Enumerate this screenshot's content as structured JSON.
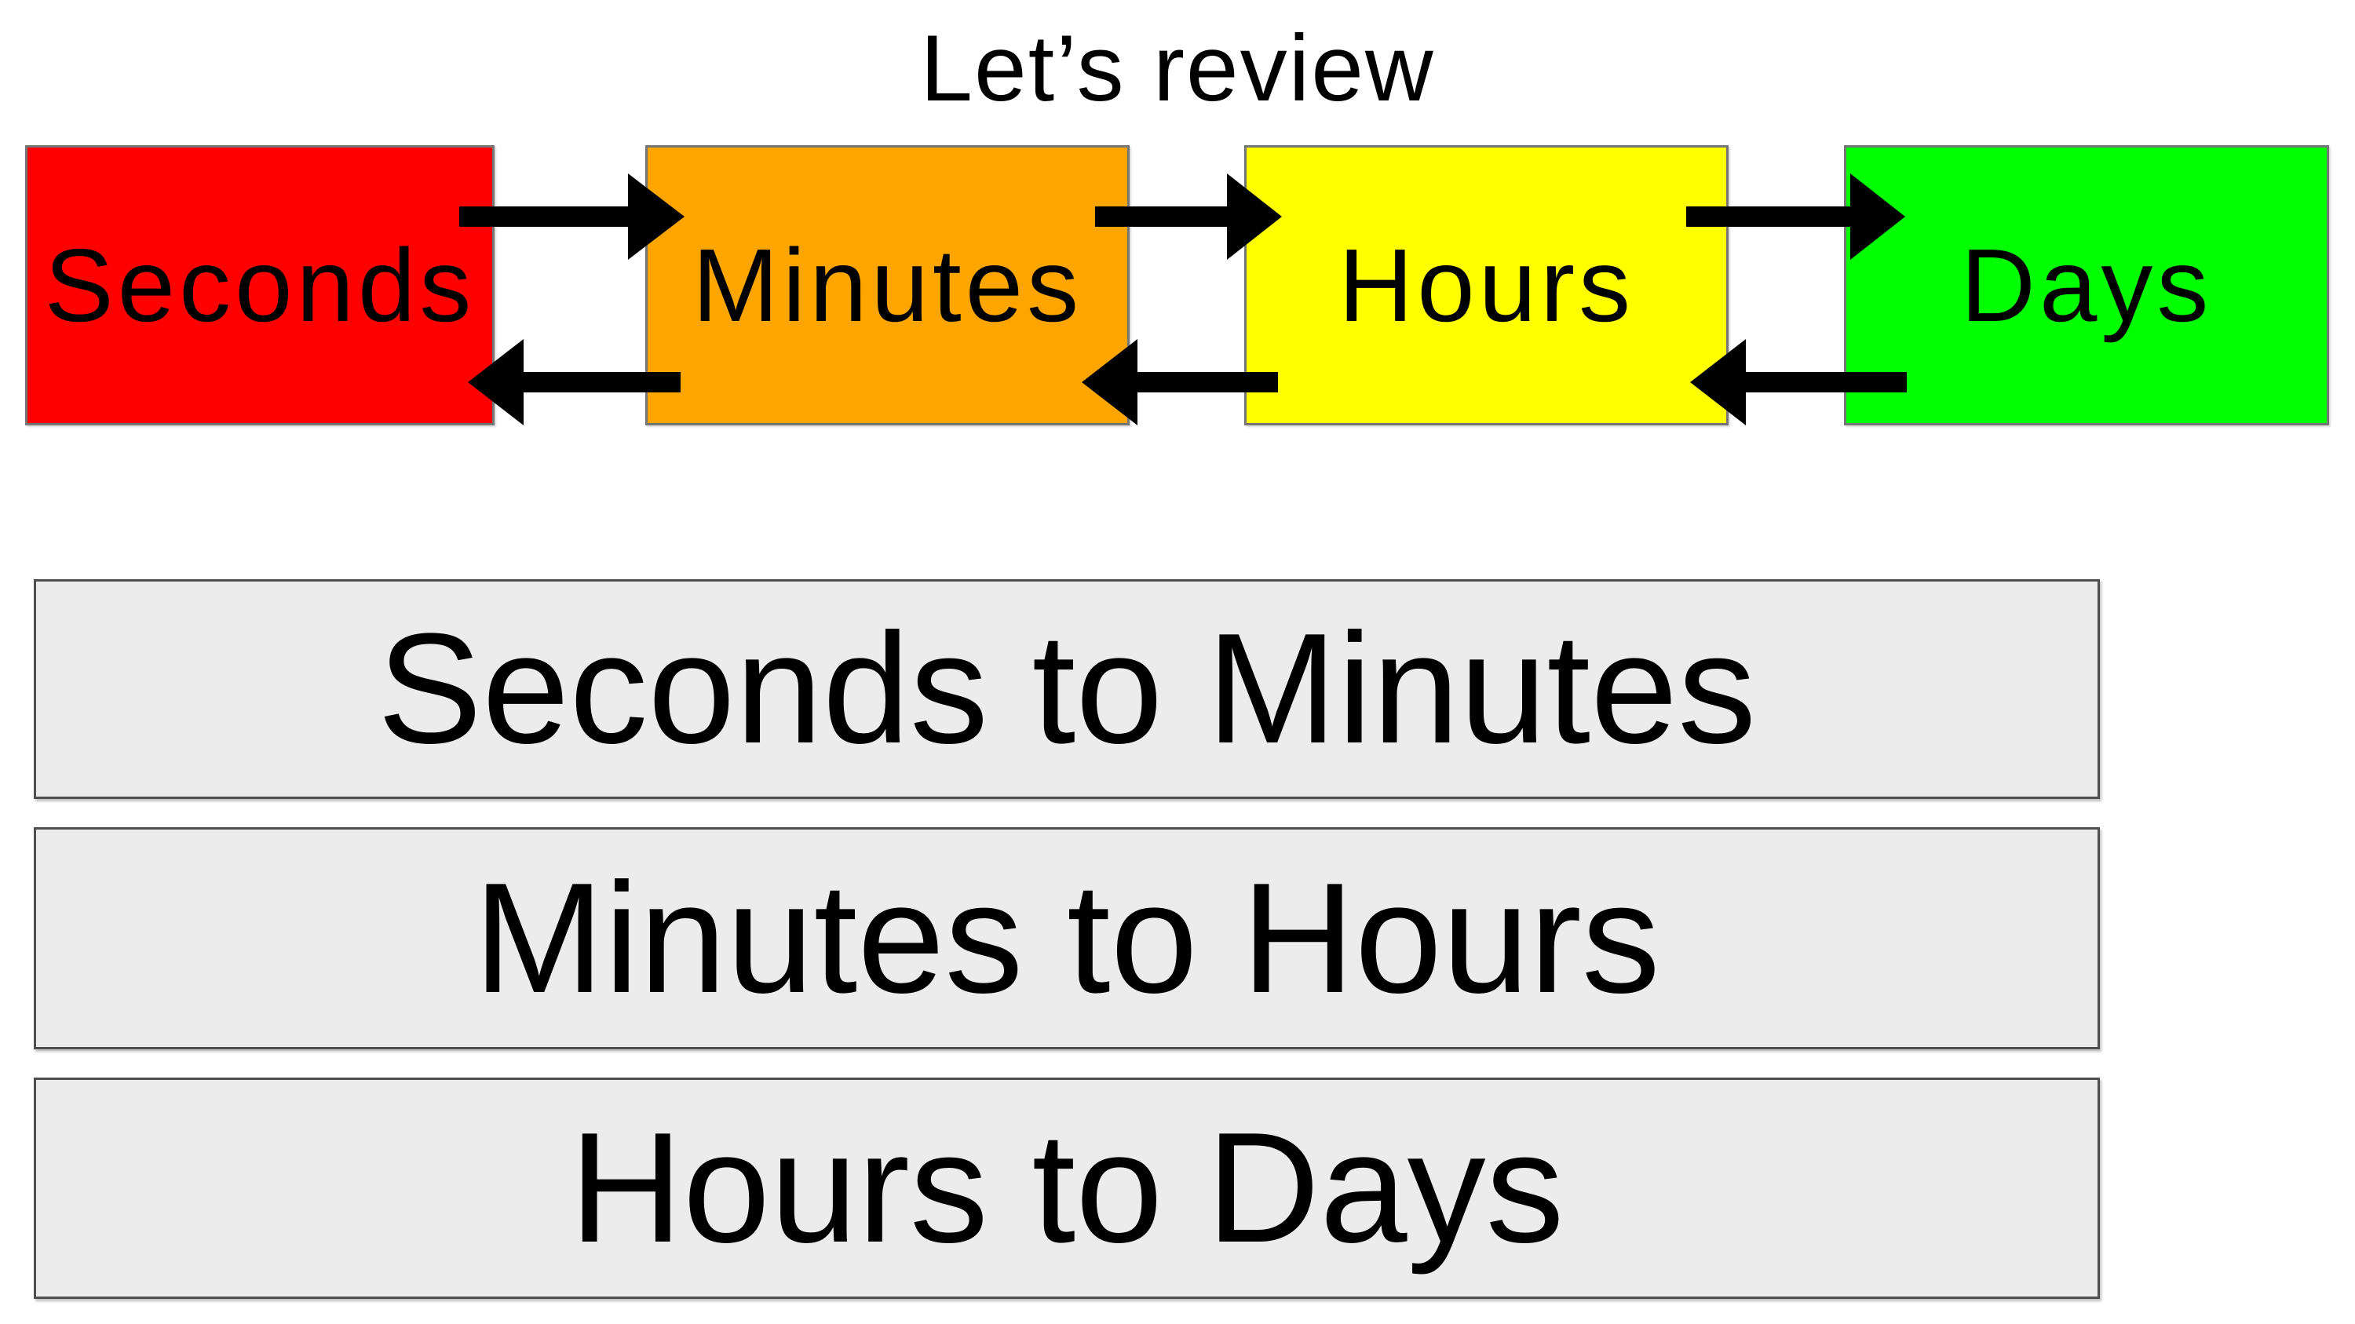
{
  "page": {
    "background": "#ffffff"
  },
  "title": {
    "text": "Let’s review"
  },
  "diagram": {
    "box_border_color": "#757575",
    "label_color": "#000000",
    "arrow_color": "#000000",
    "boxes": [
      {
        "id": "seconds",
        "label": "Seconds",
        "color": "#ff0000"
      },
      {
        "id": "minutes",
        "label": "Minutes",
        "color": "#ffa500"
      },
      {
        "id": "hours",
        "label": "Hours",
        "color": "#ffff00"
      },
      {
        "id": "days",
        "label": "Days",
        "color": "#00ff00"
      }
    ],
    "arrows": [
      {
        "from": "Seconds",
        "to": "Minutes",
        "direction": "right"
      },
      {
        "from": "Minutes",
        "to": "Seconds",
        "direction": "left"
      },
      {
        "from": "Minutes",
        "to": "Hours",
        "direction": "right"
      },
      {
        "from": "Hours",
        "to": "Minutes",
        "direction": "left"
      },
      {
        "from": "Hours",
        "to": "Days",
        "direction": "right"
      },
      {
        "from": "Days",
        "to": "Hours",
        "direction": "left"
      }
    ]
  },
  "buttons": {
    "background": "#ececec",
    "border_color": "#4f4f4f",
    "items": [
      {
        "label": "Seconds to Minutes"
      },
      {
        "label": "Minutes to Hours"
      },
      {
        "label": "Hours to Days"
      }
    ]
  }
}
